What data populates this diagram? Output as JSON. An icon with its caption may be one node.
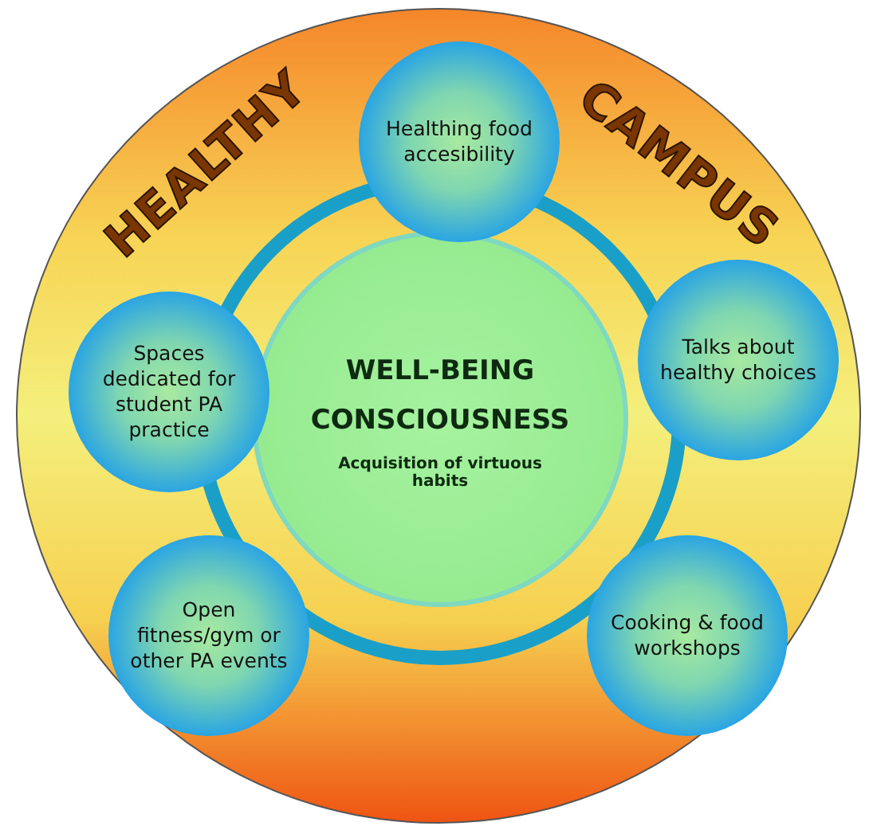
{
  "diagram": {
    "nodes": [
      {
        "text": [
          "HEALTHY",
          "CAMPUS"
        ]
      },
      {
        "text": [
          "WELL-BEING CONSCIOUSNESS",
          "Acquisition of virtuous habits"
        ],
        "in": 0
      },
      {
        "text": [
          "Healthing food accesibility"
        ],
        "in": 0
      },
      {
        "text": [
          "Spaces dedicated for student PA practice"
        ],
        "in": 0
      },
      {
        "text": [
          "Talks about healthy choices"
        ],
        "in": 0
      },
      {
        "text": [
          "Open fitness/gym or other PA events"
        ],
        "in": 0
      },
      {
        "text": [
          "Cooking & food workshops"
        ],
        "in": 0
      }
    ],
    "edges": []
  }
}
